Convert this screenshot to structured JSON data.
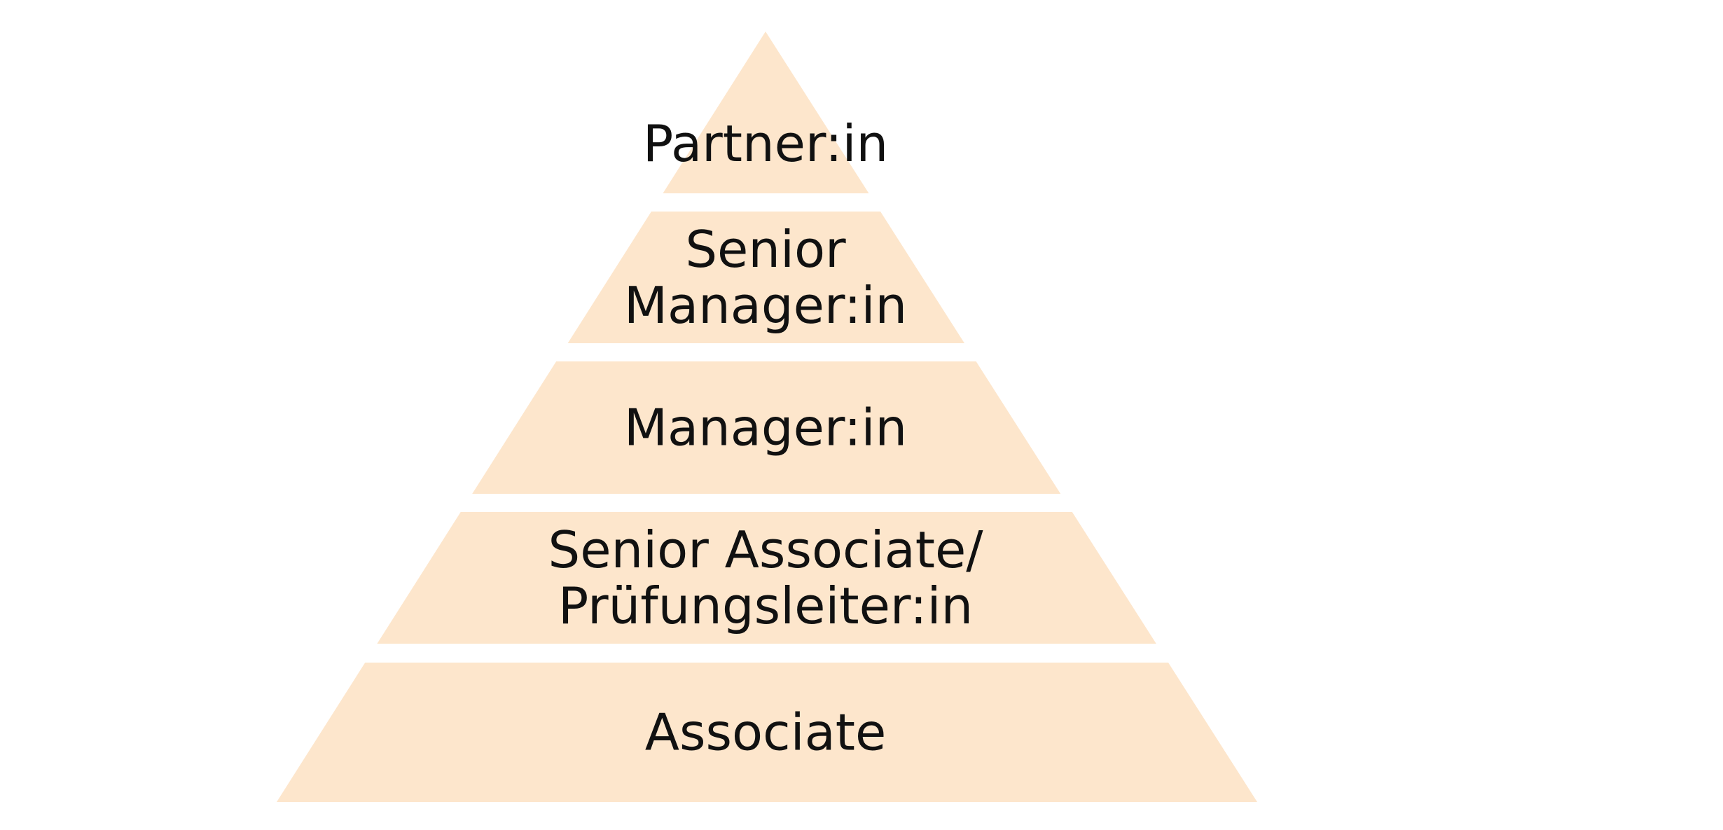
{
  "colors": {
    "tier_fill": "#fde6cc",
    "text": "#111111",
    "background": "#ffffff"
  },
  "pyramid": {
    "tiers": [
      {
        "lines": [
          "Partner:in"
        ]
      },
      {
        "lines": [
          "Senior",
          "Manager:in"
        ]
      },
      {
        "lines": [
          "Manager:in"
        ]
      },
      {
        "lines": [
          "Senior Associate/",
          "Prüfungsleiter:in"
        ]
      },
      {
        "lines": [
          "Associate"
        ]
      }
    ]
  }
}
